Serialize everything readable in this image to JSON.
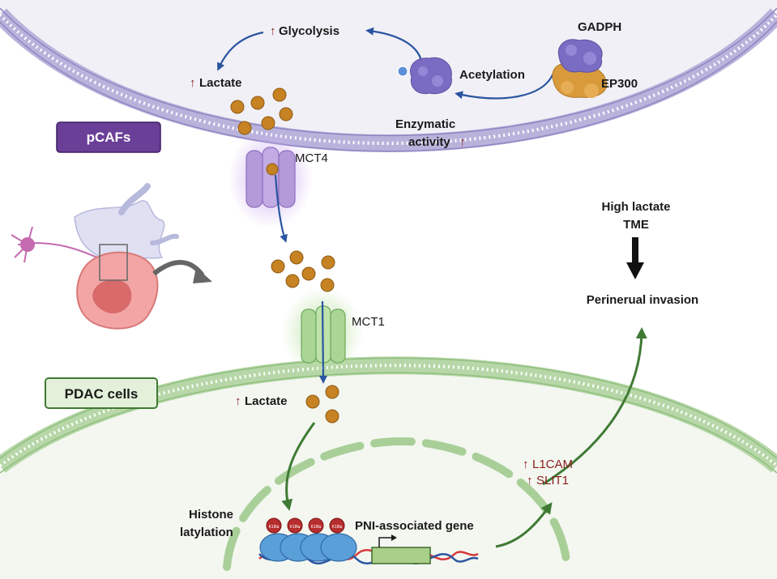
{
  "labels": {
    "glycolysis": "Glycolysis",
    "lactate_top": "Lactate",
    "gadph": "GADPH",
    "ep300": "EP300",
    "acetylation": "Acetylation",
    "enzymatic_1": "Enzymatic",
    "enzymatic_2": "activity",
    "pcafs": "pCAFs",
    "mct4": "MCT4",
    "mct1": "MCT1",
    "pdac": "PDAC cells",
    "lactate_bottom": "Lactate",
    "high_lactate_1": "High lactate",
    "high_lactate_2": "TME",
    "perineural": "Perinerual invasion",
    "histone_1": "Histone",
    "histone_2": "latylation",
    "pni_gene": "PNI-associated gene",
    "l1cam": "L1CAM",
    "slit1": "SLIT1",
    "up_arrow": "↑",
    "nucleosome_tag": "K18la"
  },
  "colors": {
    "caf_membrane": "#b9b3dc",
    "pdac_membrane": "#b7d7a8",
    "pcafs_badge": "#6a3f98",
    "pdac_badge_fill": "#e3f0da",
    "pdac_badge_border": "#3f7a34",
    "lactate_ball": "#c68223",
    "up_arrow": "#8c1d1d",
    "blue_arrow": "#2a55a0",
    "green_arrow": "#3f7a34"
  }
}
